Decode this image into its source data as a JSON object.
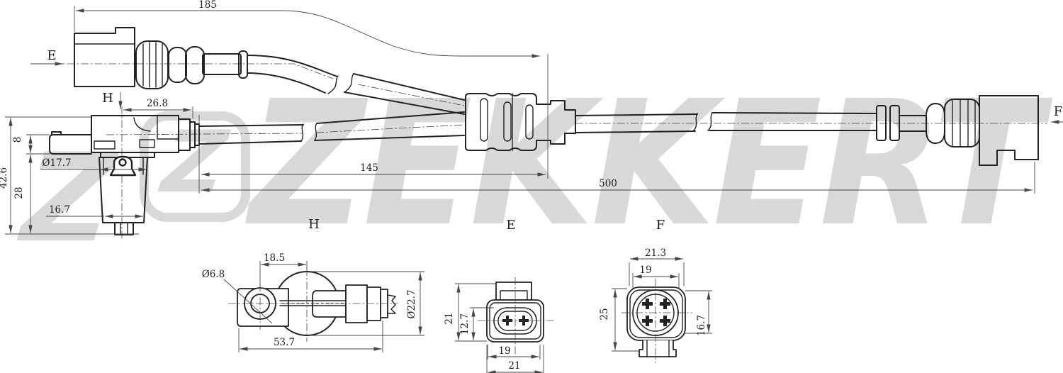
{
  "watermark": {
    "brand": "ZEKKERT",
    "logo_letter": "Z",
    "color": "#d9d9d9"
  },
  "colors": {
    "outline": "#222222",
    "dimension": "#474747",
    "background": "#ffffff"
  },
  "pointer_labels": {
    "e_side": "E",
    "f_side": "F",
    "h_marker": "H"
  },
  "view_labels": {
    "h": "H",
    "e": "E",
    "f": "F"
  },
  "dims": {
    "cable_e_length": "185",
    "head_offset": "26.8",
    "nose_height": "8",
    "total_height": "42.6",
    "body_height": "28",
    "body_dia": "Ø17.7",
    "tip_width": "16.7",
    "cable_sensor_to_grommet": "145",
    "cable_overall": "500",
    "h_hole_offset": "18.5",
    "h_hole_dia": "Ø6.8",
    "h_length": "53.7",
    "h_body_dia": "Ø22.7",
    "e_height": "21",
    "e_inner_height": "12.7",
    "e_inner_width": "19",
    "e_width": "21",
    "f_width": "21.3",
    "f_inner_width": "19",
    "f_height": "25",
    "f_inner_height": "16.7"
  }
}
